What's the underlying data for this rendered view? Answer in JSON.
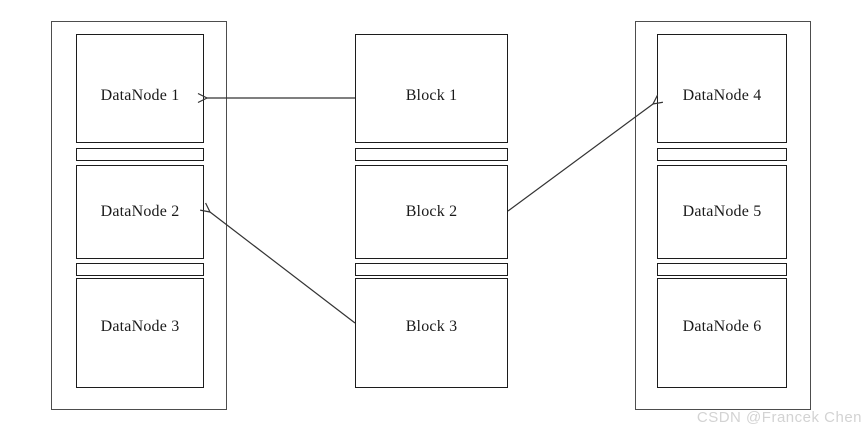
{
  "racks": [
    {
      "id": "rack-1",
      "nodes": [
        "DataNode 1",
        "DataNode 2",
        "DataNode 3"
      ]
    },
    {
      "id": "rack-2",
      "nodes": [
        "DataNode 4",
        "DataNode 5",
        "DataNode 6"
      ]
    }
  ],
  "blocks": [
    "Block 1",
    "Block 2",
    "Block 3"
  ],
  "arrows": [
    {
      "from": "Block 1",
      "to": "DataNode 1"
    },
    {
      "from": "Block 2",
      "to": "DataNode 4"
    },
    {
      "from": "Block 3",
      "to": "DataNode 2"
    }
  ],
  "watermark": "CSDN @Francek Chen",
  "colors": {
    "background": "#ffffff",
    "box_border": "#1c1c1c",
    "rack_border": "#4d4d4d",
    "arrow_line": "#333333",
    "text": "#1a1a1a",
    "watermark": "#d3d3d3"
  }
}
